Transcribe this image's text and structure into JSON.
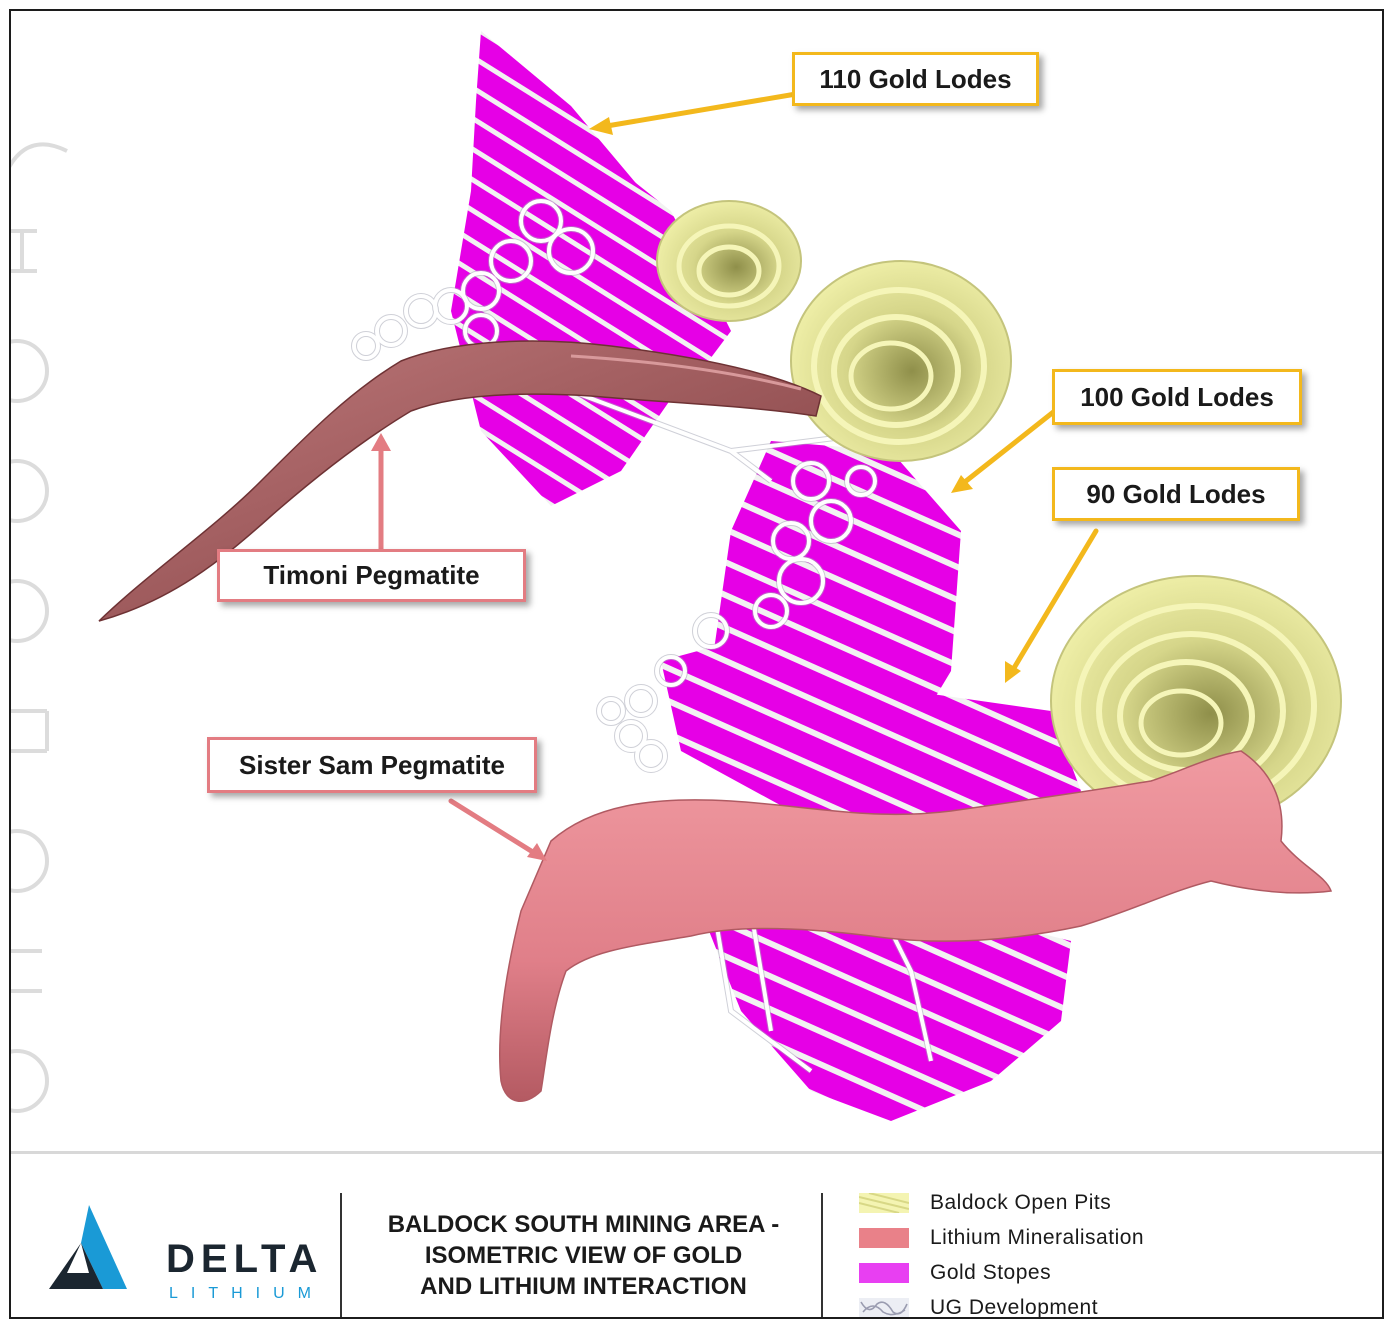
{
  "callouts": {
    "gold_110": "110 Gold Lodes",
    "gold_100": "100 Gold Lodes",
    "gold_90": "90 Gold Lodes",
    "timoni": "Timoni Pegmatite",
    "sister_sam": "Sister Sam Pegmatite"
  },
  "footer": {
    "logo_word": "DELTA",
    "logo_sub": "LITHIUM",
    "title_lines": [
      "BALDOCK SOUTH MINING AREA -",
      "ISOMETRIC VIEW OF GOLD",
      "AND LITHIUM INTERACTION"
    ]
  },
  "legend": [
    {
      "label": "Baldock Open Pits",
      "color": "#f0f0a6"
    },
    {
      "label": "Lithium Mineralisation",
      "color": "#e98189"
    },
    {
      "label": "Gold Stopes",
      "color": "#e83ff2"
    },
    {
      "label": "UG Development",
      "color": "#c9cad8"
    }
  ],
  "colors": {
    "gold_stope": "#e600e6",
    "pit": "#eeee9c",
    "timoni_pegmatite": "#a85a5c",
    "sister_sam_pegmatite": "#e07f89",
    "gold_callout_border": "#f3b81c",
    "pink_callout_border": "#e37c82"
  }
}
